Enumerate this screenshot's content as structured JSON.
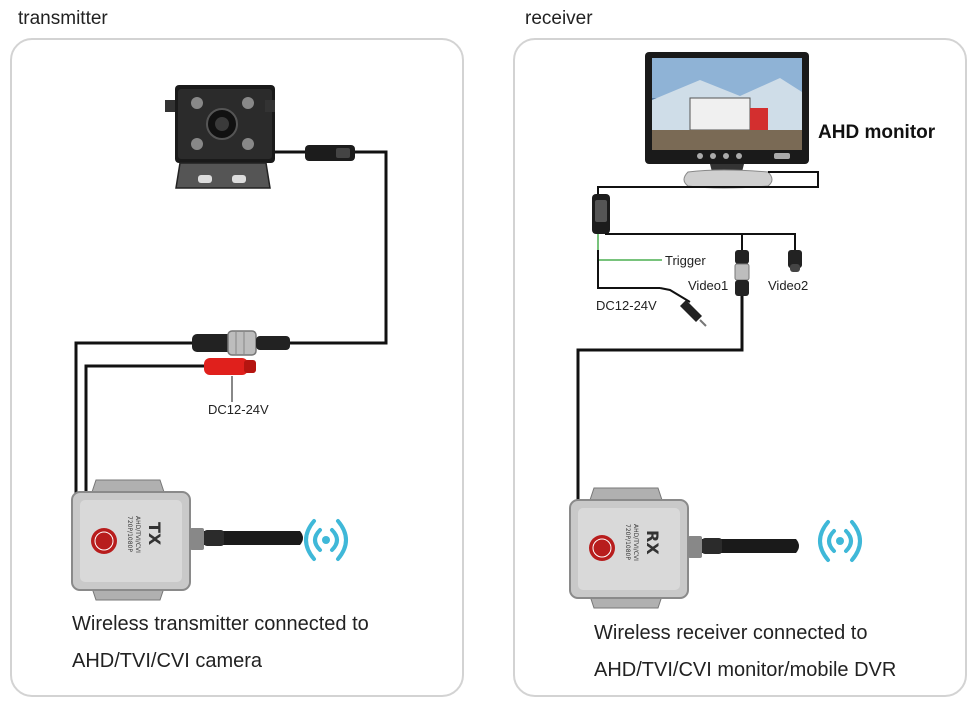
{
  "transmitter": {
    "title": "transmitter",
    "power_label": "DC12-24V",
    "module_code": "TX",
    "module_spec_1": "AHD/TVI/CVI",
    "module_spec_2": "720P/1080P",
    "caption_line1": "Wireless transmitter connected to",
    "caption_line2": "AHD/TVI/CVI camera"
  },
  "receiver": {
    "title": "receiver",
    "monitor_label": "AHD monitor",
    "trigger_label": "Trigger",
    "video1_label": "Video1",
    "video2_label": "Video2",
    "power_label": "DC12-24V",
    "module_code": "RX",
    "module_spec_1": "AHD/TVI/CVI",
    "module_spec_2": "720P/1080P",
    "caption_line1": "Wireless receiver connected to",
    "caption_line2": "AHD/TVI/CVI monitor/mobile DVR"
  },
  "colors": {
    "panel_border": "#d3d3d3",
    "cable": "#111111",
    "trigger_wire": "#4caf50",
    "wireless_icon": "#3fb8d8",
    "module_body": "#c9c9c9",
    "power_plug": "#e0201c"
  },
  "icons": [
    "wireless-signal-icon",
    "power-button-icon"
  ]
}
